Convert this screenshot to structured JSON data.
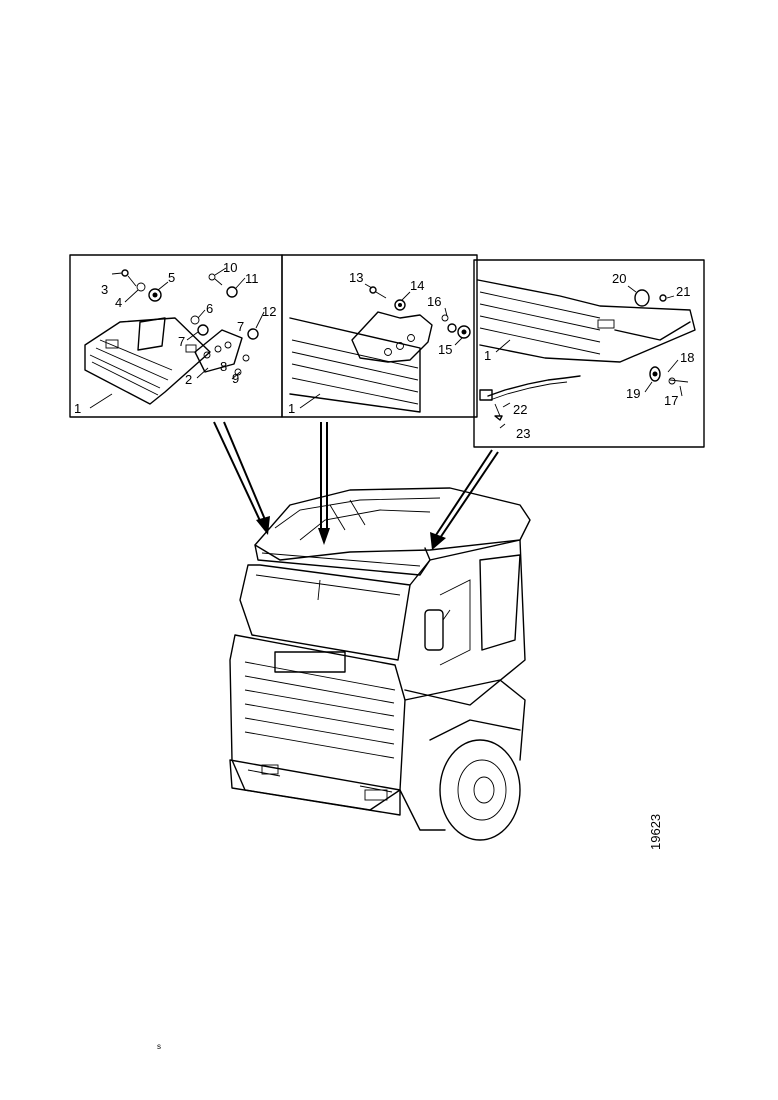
{
  "callouts": {
    "left": [
      "1",
      "2",
      "3",
      "4",
      "5",
      "6",
      "7",
      "7",
      "8",
      "9",
      "10",
      "11",
      "12"
    ],
    "middle": [
      "1",
      "13",
      "14",
      "15",
      "16"
    ],
    "right": [
      "1",
      "17",
      "18",
      "19",
      "20",
      "21",
      "22",
      "23"
    ]
  },
  "drawing_number": "19623",
  "page_mark": "s"
}
